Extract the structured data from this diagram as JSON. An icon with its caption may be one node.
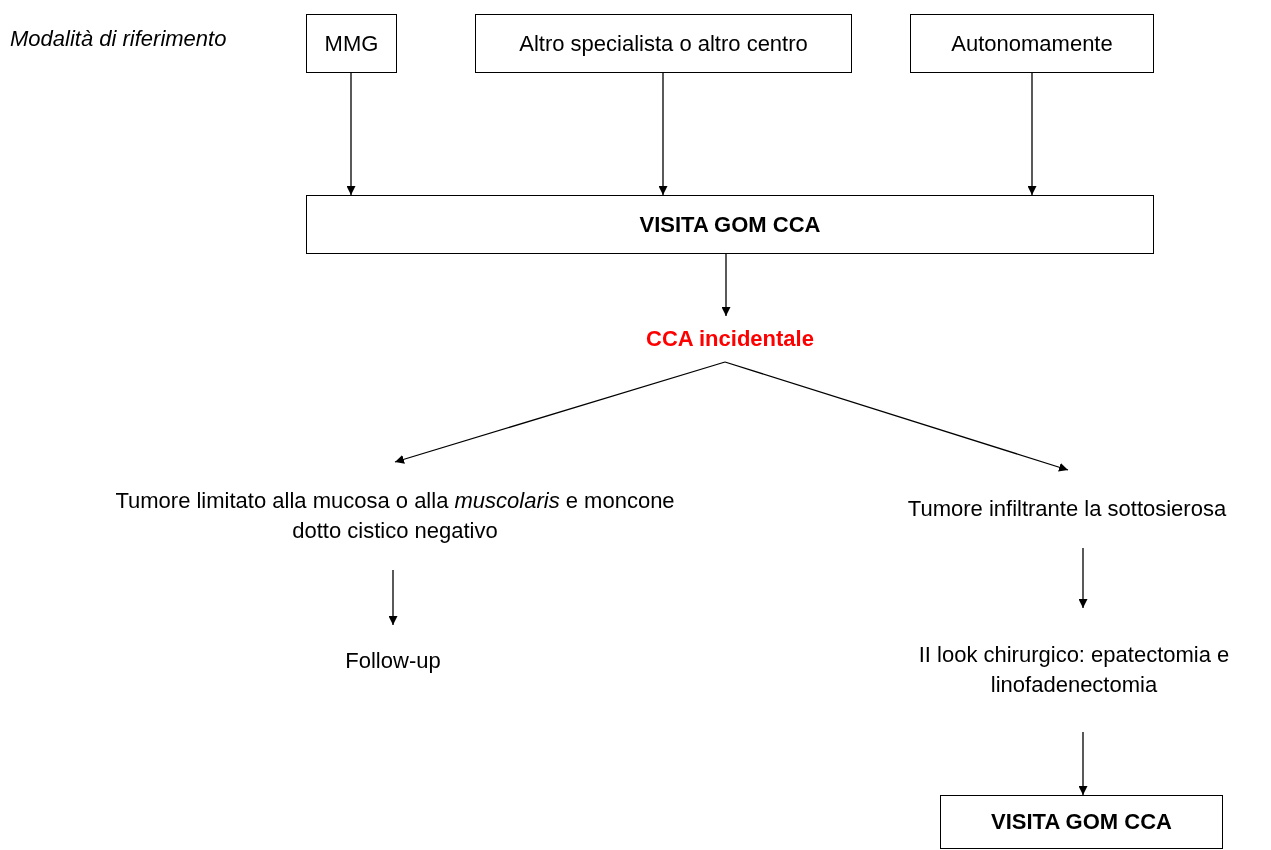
{
  "diagram": {
    "nodes": [
      {
        "text": [
          "MMG"
        ]
      },
      {
        "text": [
          "Altro specialista o altro centro"
        ]
      },
      {
        "text": [
          "Autonomamente"
        ]
      },
      {
        "text": [
          "VISITA GOM CCA"
        ]
      },
      {
        "text": [
          "CCA incidentale"
        ]
      },
      {
        "text": [
          "Tumore limitato alla mucosa o alla *muscolaris* e moncone dotto cistico negativo"
        ]
      },
      {
        "text": [
          "Tumore infiltrante la sottosierosa"
        ]
      },
      {
        "text": [
          "Follow-up"
        ]
      },
      {
        "text": [
          "II look chirurgico: epatectomia e linofadenectomia"
        ]
      },
      {
        "text": [
          "VISITA GOM CCA"
        ]
      }
    ],
    "edges": [
      {
        "from": 0,
        "to": 3,
        "arrow": "to"
      },
      {
        "from": 1,
        "to": 3,
        "arrow": "to"
      },
      {
        "from": 2,
        "to": 3,
        "arrow": "to"
      },
      {
        "from": 3,
        "to": 4,
        "arrow": "to"
      },
      {
        "from": 4,
        "to": 5,
        "arrow": "to"
      },
      {
        "from": 4,
        "to": 6,
        "arrow": "to"
      },
      {
        "from": 5,
        "to": 7,
        "arrow": "to"
      },
      {
        "from": 6,
        "to": 8,
        "arrow": "to"
      },
      {
        "from": 8,
        "to": 9,
        "arrow": "to"
      }
    ],
    "labels": [
      "Modalità di riferimento"
    ]
  }
}
